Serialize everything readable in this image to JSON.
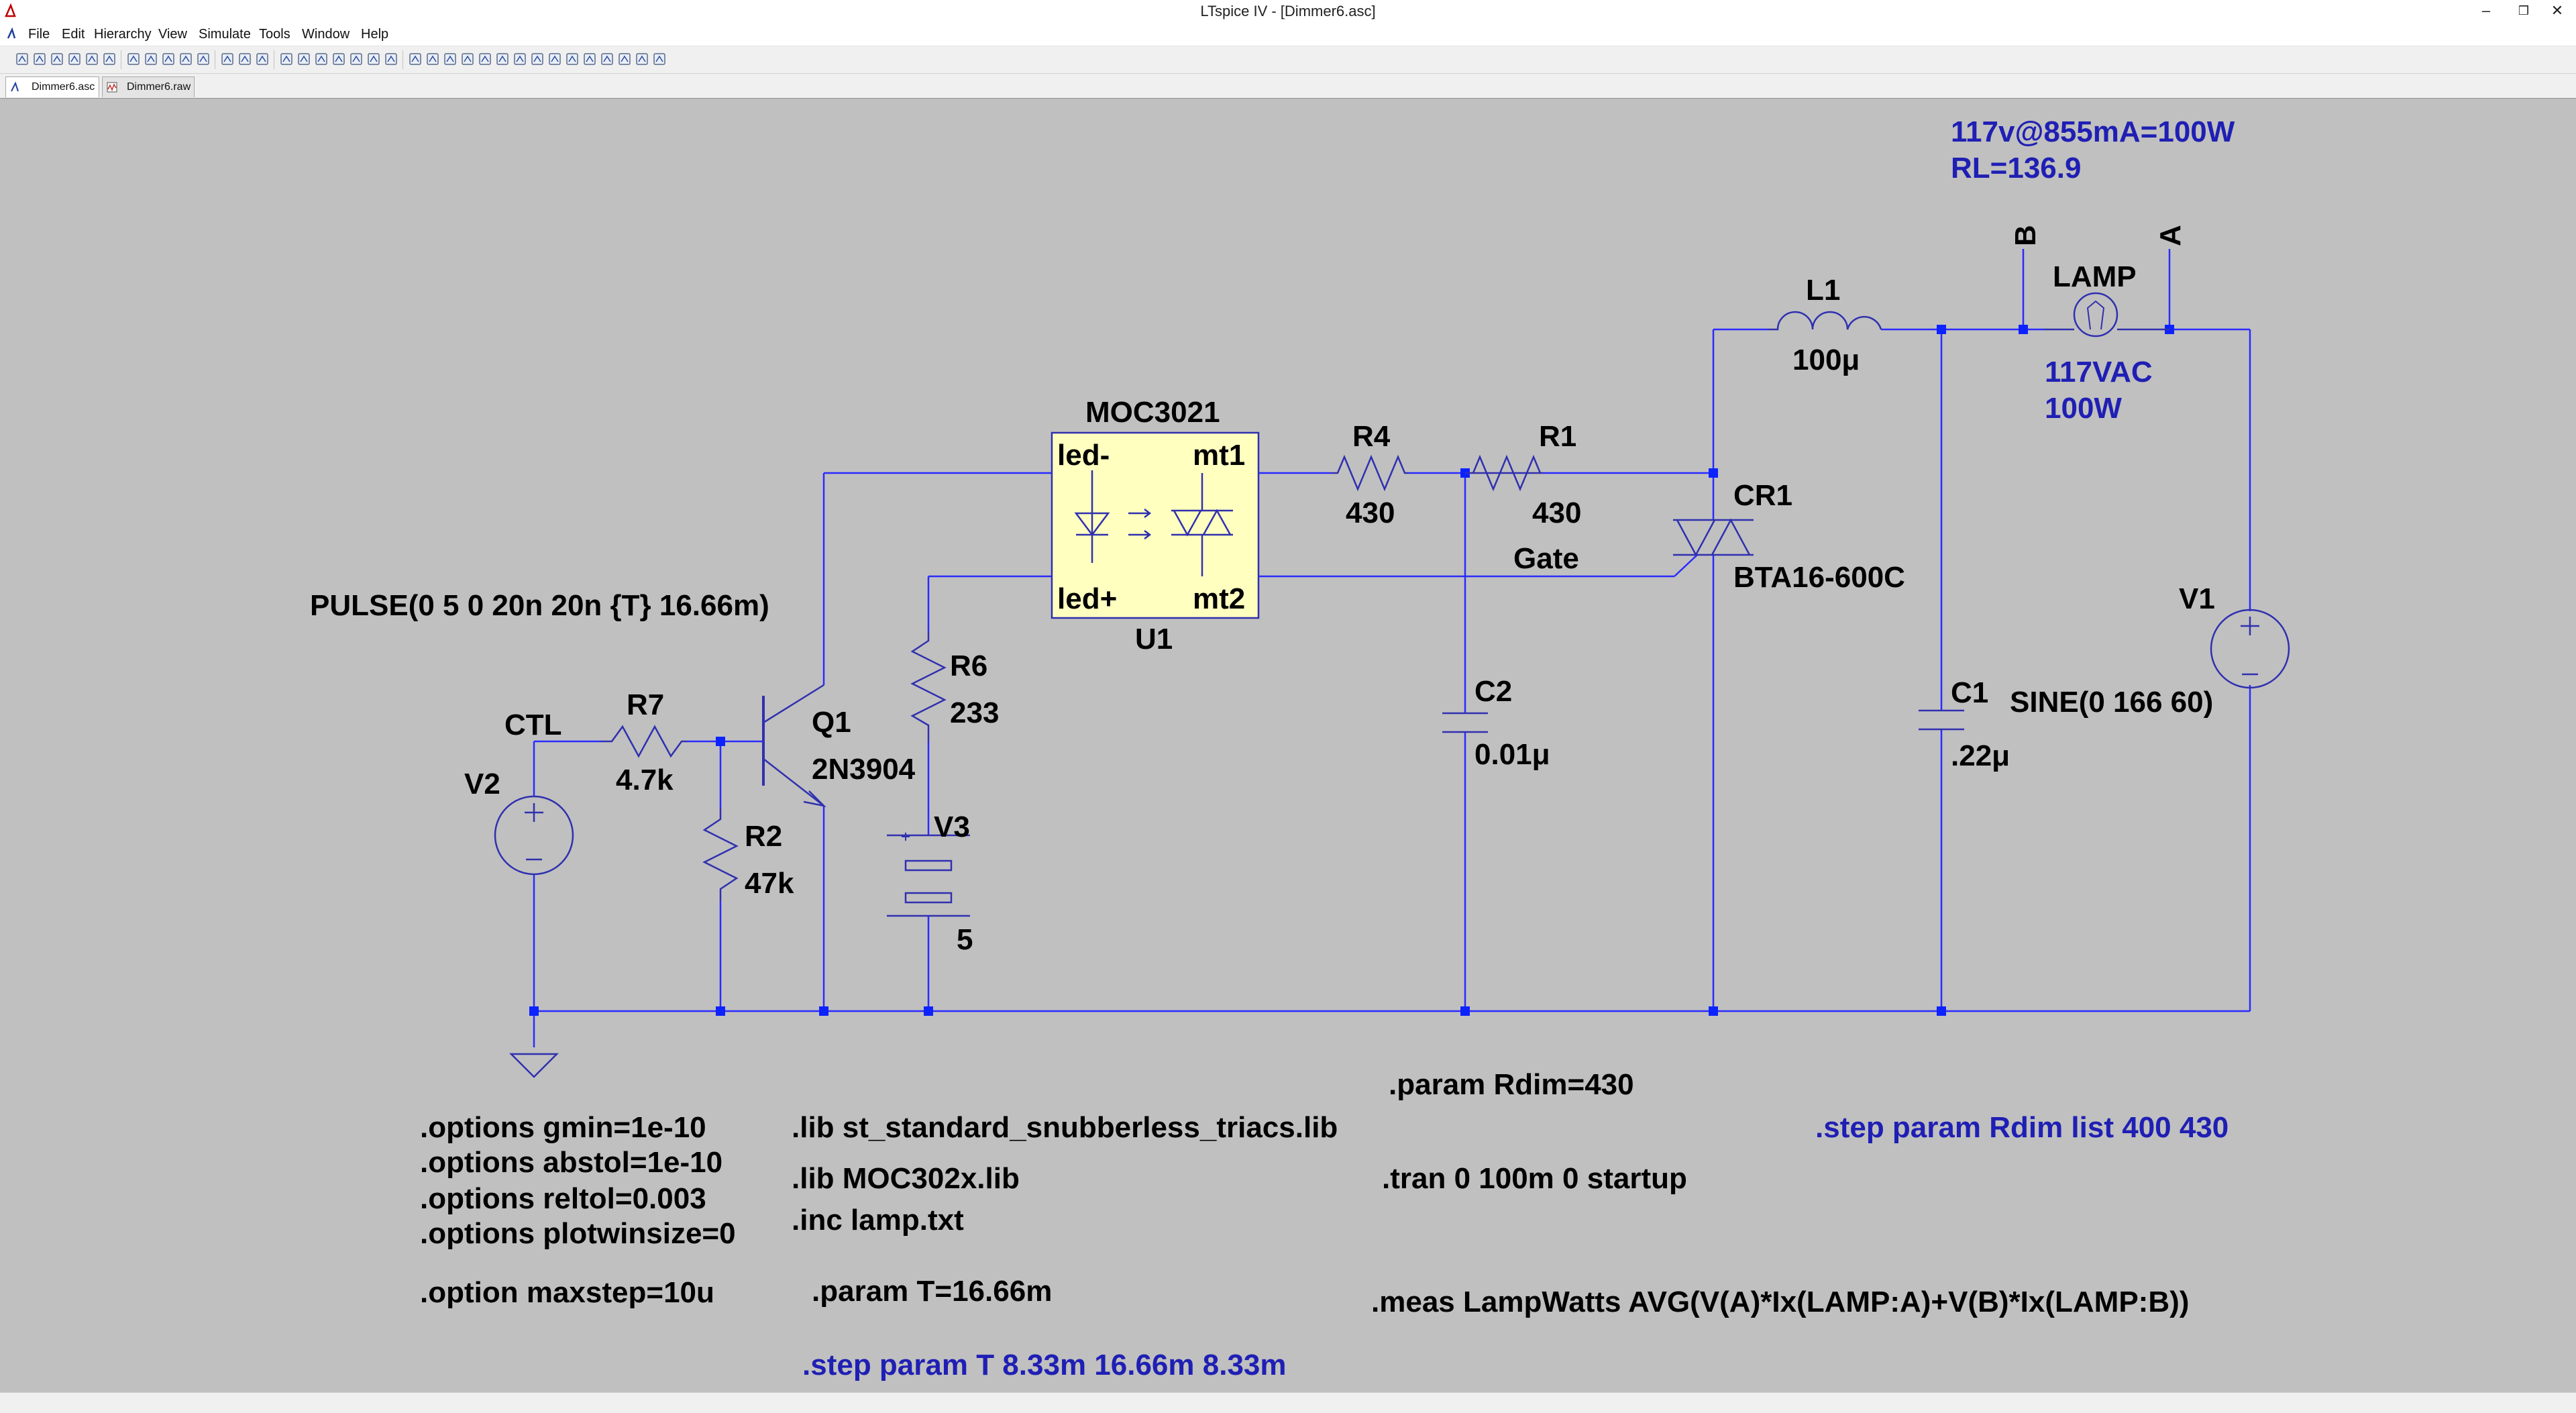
{
  "app": {
    "title": "LTspice IV - [Dimmer6.asc]",
    "window_controls": {
      "minimize": "–",
      "restore": "❒",
      "close": "✕"
    }
  },
  "menu": [
    "File",
    "Edit",
    "Hierarchy",
    "View",
    "Simulate",
    "Tools",
    "Window",
    "Help"
  ],
  "toolbar": {
    "icons": [
      "new-schematic-icon",
      "open-icon",
      "save-icon",
      "control-panel-icon",
      "run-icon",
      "halt-icon",
      "zoom-in-icon",
      "zoom-pan-icon",
      "zoom-out-icon",
      "zoom-fit-icon",
      "autorange-icon",
      "tile-horizontal-icon",
      "tile-vertical-icon",
      "cascade-icon",
      "cut-icon",
      "copy-icon",
      "paste-icon",
      "find-icon",
      "print-icon",
      "print-preview-icon",
      "wire-icon",
      "ground-icon",
      "label-net-icon",
      "resistor-icon",
      "capacitor-icon",
      "inductor-icon",
      "diode-icon",
      "component-icon",
      "move-icon",
      "drag-icon",
      "undo-icon",
      "redo-icon",
      "rotate-icon",
      "mirror-icon",
      "text-icon",
      "spice-directive-icon"
    ]
  },
  "tabs": [
    {
      "label": "Dimmer6.asc",
      "icon": "schematic-icon",
      "active": true
    },
    {
      "label": "Dimmer6.raw",
      "icon": "waveform-icon",
      "active": false
    }
  ],
  "schematic": {
    "components": {
      "u1": {
        "ref": "U1",
        "model": "MOC3021",
        "pins": [
          "led-",
          "mt1",
          "led+",
          "mt2"
        ]
      },
      "r4": {
        "ref": "R4",
        "value": "430"
      },
      "r1": {
        "ref": "R1",
        "value": "430"
      },
      "l1": {
        "ref": "L1",
        "value": "100μ"
      },
      "lamp": {
        "ref": "LAMP",
        "rating1": "117VAC",
        "rating2": "100W"
      },
      "cr1": {
        "ref": "CR1",
        "model": "BTA16-600C",
        "gate": "Gate"
      },
      "v1": {
        "ref": "V1",
        "value": "SINE(0 166 60)"
      },
      "c1": {
        "ref": "C1",
        "value": ".22μ"
      },
      "c2": {
        "ref": "C2",
        "value": "0.01μ"
      },
      "r6": {
        "ref": "R6",
        "value": "233"
      },
      "v3": {
        "ref": "V3",
        "value": "5"
      },
      "q1": {
        "ref": "Q1",
        "model": "2N3904"
      },
      "r7": {
        "ref": "R7",
        "value": "4.7k"
      },
      "r2": {
        "ref": "R2",
        "value": "47k"
      },
      "v2": {
        "ref": "V2",
        "value": "PULSE(0 5 0 20n 20n {T} 16.66m)"
      }
    },
    "net_labels": {
      "ctl": "CTL",
      "a": "A",
      "b": "B"
    },
    "comments": [
      "117v@855mA=100W",
      "RL=136.9"
    ],
    "directives": {
      "options": [
        ".options gmin=1e-10",
        ".options abstol=1e-10",
        ".options reltol=0.003",
        ".options plotwinsize=0"
      ],
      "maxstep": ".option maxstep=10u",
      "lib1": ".lib st_standard_snubberless_triacs.lib",
      "lib2": ".lib MOC302x.lib",
      "inc": ".inc lamp.txt",
      "param_t": ".param T=16.66m",
      "step_t": ".step param T 8.33m 16.66m 8.33m",
      "param_rdim": ".param Rdim=430",
      "tran": ".tran 0 100m 0 startup",
      "step_rdim": ".step param Rdim list 400 430",
      "meas": ".meas LampWatts AVG(V(A)*Ix(LAMP:A)+V(B)*Ix(LAMP:B))"
    }
  }
}
